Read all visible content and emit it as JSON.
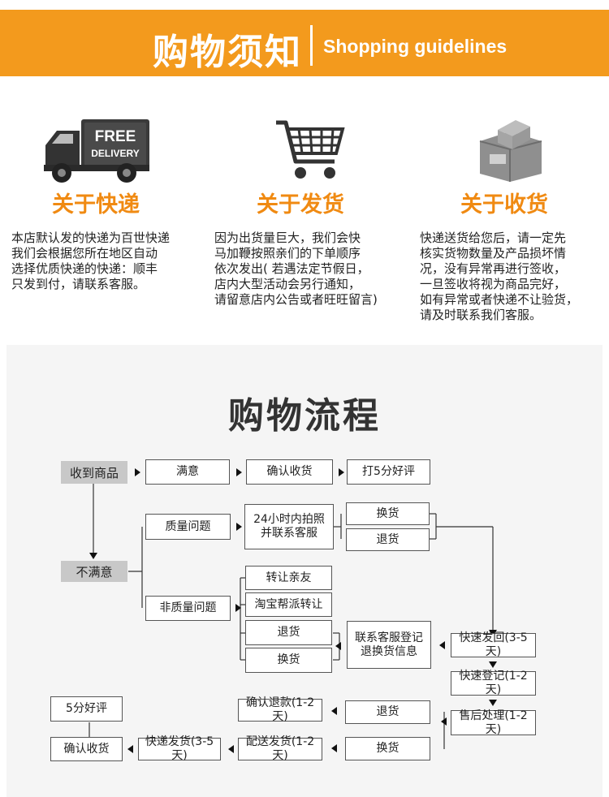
{
  "banner": {
    "title": "购物须知",
    "subtitle": "Shopping guidelines"
  },
  "icons": {
    "truck": "free-delivery-truck-icon",
    "cart": "shopping-cart-icon",
    "package": "package-box-icon",
    "truck_sign_line1": "FREE",
    "truck_sign_line2": "DELIVERY"
  },
  "columns": [
    {
      "title": "关于快递",
      "text": "本店默认发的快递为百世快递\n我们会根据您所在地区自动\n选择优质快递的快递：顺丰\n只发到付，请联系客服。"
    },
    {
      "title": "关于发货",
      "text": "因为出货量巨大，我们会快\n马加鞭按照亲们的下单顺序\n依次发出( 若遇法定节假日，\n店内大型活动会另行通知，\n请留意店内公告或者旺旺留言)"
    },
    {
      "title": "关于收货",
      "text": "快递送货给您后，请一定先\n核实货物数量及产品损坏情\n况，没有异常再进行签收，\n一旦签收将视为商品完好，\n如有异常或者快递不让验货，\n请及时联系我们客服。"
    }
  ],
  "flow": {
    "title": "购物流程",
    "received": "收到商品",
    "satisfied": "满意",
    "confirm_receipt": "确认收货",
    "rate": "打5分好评",
    "unsatisfied": "不满意",
    "quality_issue": "质量问题",
    "photo_contact": "24小时内拍照\n并联系客服",
    "exchange_1": "换货",
    "return_1": "退货",
    "non_quality_issue": "非质量问题",
    "transfer_friend": "转让亲友",
    "taobao_transfer": "淘宝帮派转让",
    "return_2": "退货",
    "exchange_2": "换货",
    "contact_register": "联系客服登记\n退换货信息",
    "express_back": "快速发回(3-5天)",
    "express_register": "快速登记(1-2天)",
    "after_sale": "售后处理(1-2天)",
    "return_3": "退货",
    "exchange_3": "换货",
    "confirm_refund": "确认退款(1-2天)",
    "ship_out": "配送发货(1-2天)",
    "express_ship": "快递发货(3-5天)",
    "confirm_receipt_2": "确认收货",
    "rate_2": "5分好评"
  }
}
